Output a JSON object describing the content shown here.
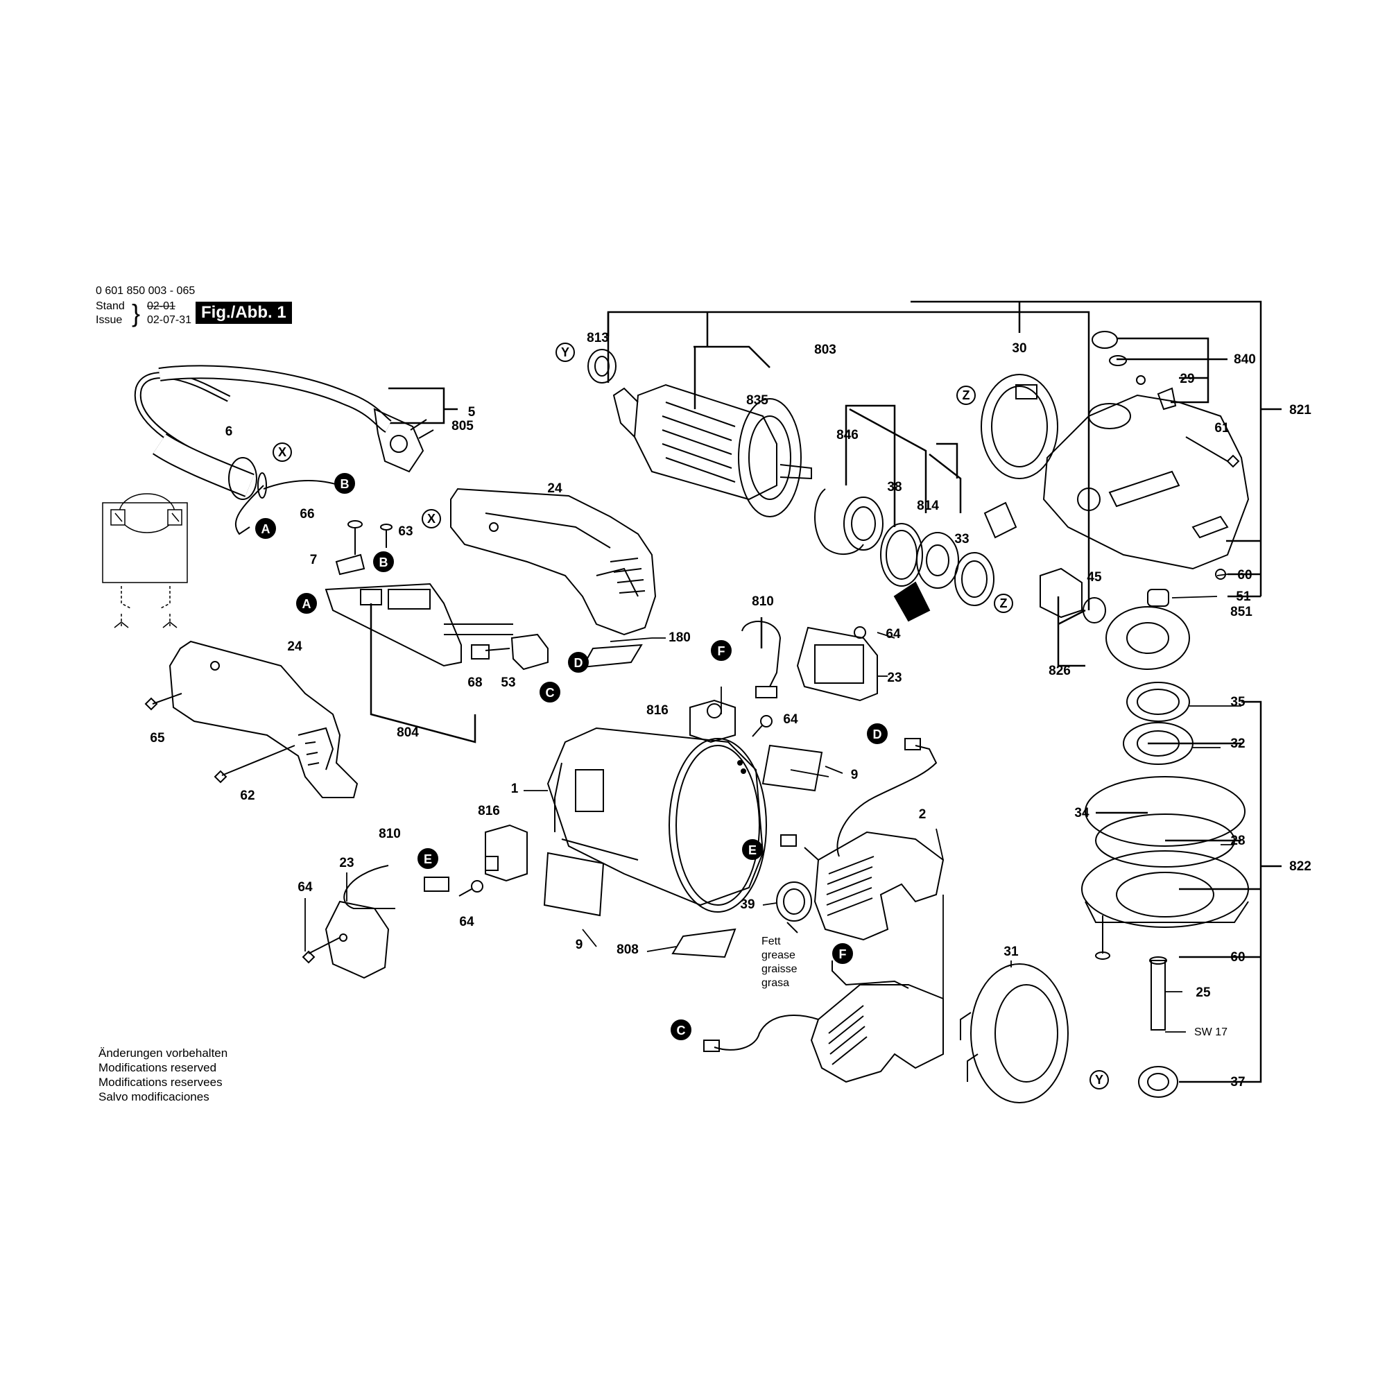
{
  "header": {
    "part_number": "0 601 850 003 - 065",
    "stand_label": "Stand",
    "stand_value": "02-01",
    "issue_label": "Issue",
    "issue_value": "02-07-31",
    "figure_label": "Fig./Abb. 1"
  },
  "notes": [
    "Änderungen vorbehalten",
    "Modifications reserved",
    "Modifications reservees",
    "Salvo modificaciones"
  ],
  "grease_note": [
    "Fett",
    "grease",
    "graisse",
    "grasa"
  ],
  "sw_label": "SW 17",
  "part_labels": {
    "p813": "813",
    "p803": "803",
    "p835": "835",
    "p846": "846",
    "p38": "38",
    "p814": "814",
    "p33": "33",
    "p30": "30",
    "p840": "840",
    "p29": "29",
    "p821": "821",
    "p61": "61",
    "p60a": "60",
    "p51": "51",
    "p851": "851",
    "p45": "45",
    "p826": "826",
    "p35": "35",
    "p32": "32",
    "p34": "34",
    "p28": "28",
    "p822": "822",
    "p60b": "60",
    "p25": "25",
    "p37": "37",
    "p31": "31",
    "p5": "5",
    "p805": "805",
    "p6": "6",
    "p24a": "24",
    "p66": "66",
    "p63": "63",
    "p7": "7",
    "p24b": "24",
    "p65": "65",
    "p62": "62",
    "p804": "804",
    "p68": "68",
    "p53": "53",
    "p180": "180",
    "p810a": "810",
    "p64a": "64",
    "p23a": "23",
    "p816a": "816",
    "p64b": "64",
    "p9a": "9",
    "p1": "1",
    "p816b": "816",
    "p810b": "810",
    "p23b": "23",
    "p64c": "64",
    "p64d": "64",
    "p9b": "9",
    "p808": "808",
    "p39": "39",
    "p2": "2"
  },
  "link_markers": {
    "A": "A",
    "B": "B",
    "C": "C",
    "D": "D",
    "E": "E",
    "F": "F",
    "X": "X",
    "Y": "Y",
    "Z": "Z"
  }
}
